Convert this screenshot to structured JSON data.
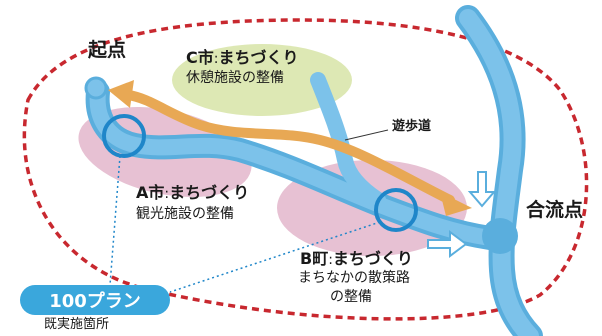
{
  "labels": {
    "start": "起点",
    "confluence": "合流点",
    "promenade": "遊歩道",
    "city_c_head": "C市",
    "city_c_tag": "まちづくり",
    "city_c_desc": "休憩施設の整備",
    "city_a_head": "A市",
    "city_a_tag": "まちづくり",
    "city_a_desc": "観光施設の整備",
    "town_b_head": "B町",
    "town_b_tag": "まちづくり",
    "town_b_desc_1": "まちなかの散策路",
    "town_b_desc_2": "の整備",
    "plan_badge": "100プラン",
    "existing": "既実施箇所"
  },
  "colors": {
    "river": "#7cc2ea",
    "river_edge": "#5aaedd",
    "promenade": "#e8a854",
    "area_pink": "#e7c1d3",
    "area_green": "#dde8b4",
    "boundary": "#c8282f",
    "marker": "#1f86c9",
    "badge": "#3aa7dc"
  }
}
